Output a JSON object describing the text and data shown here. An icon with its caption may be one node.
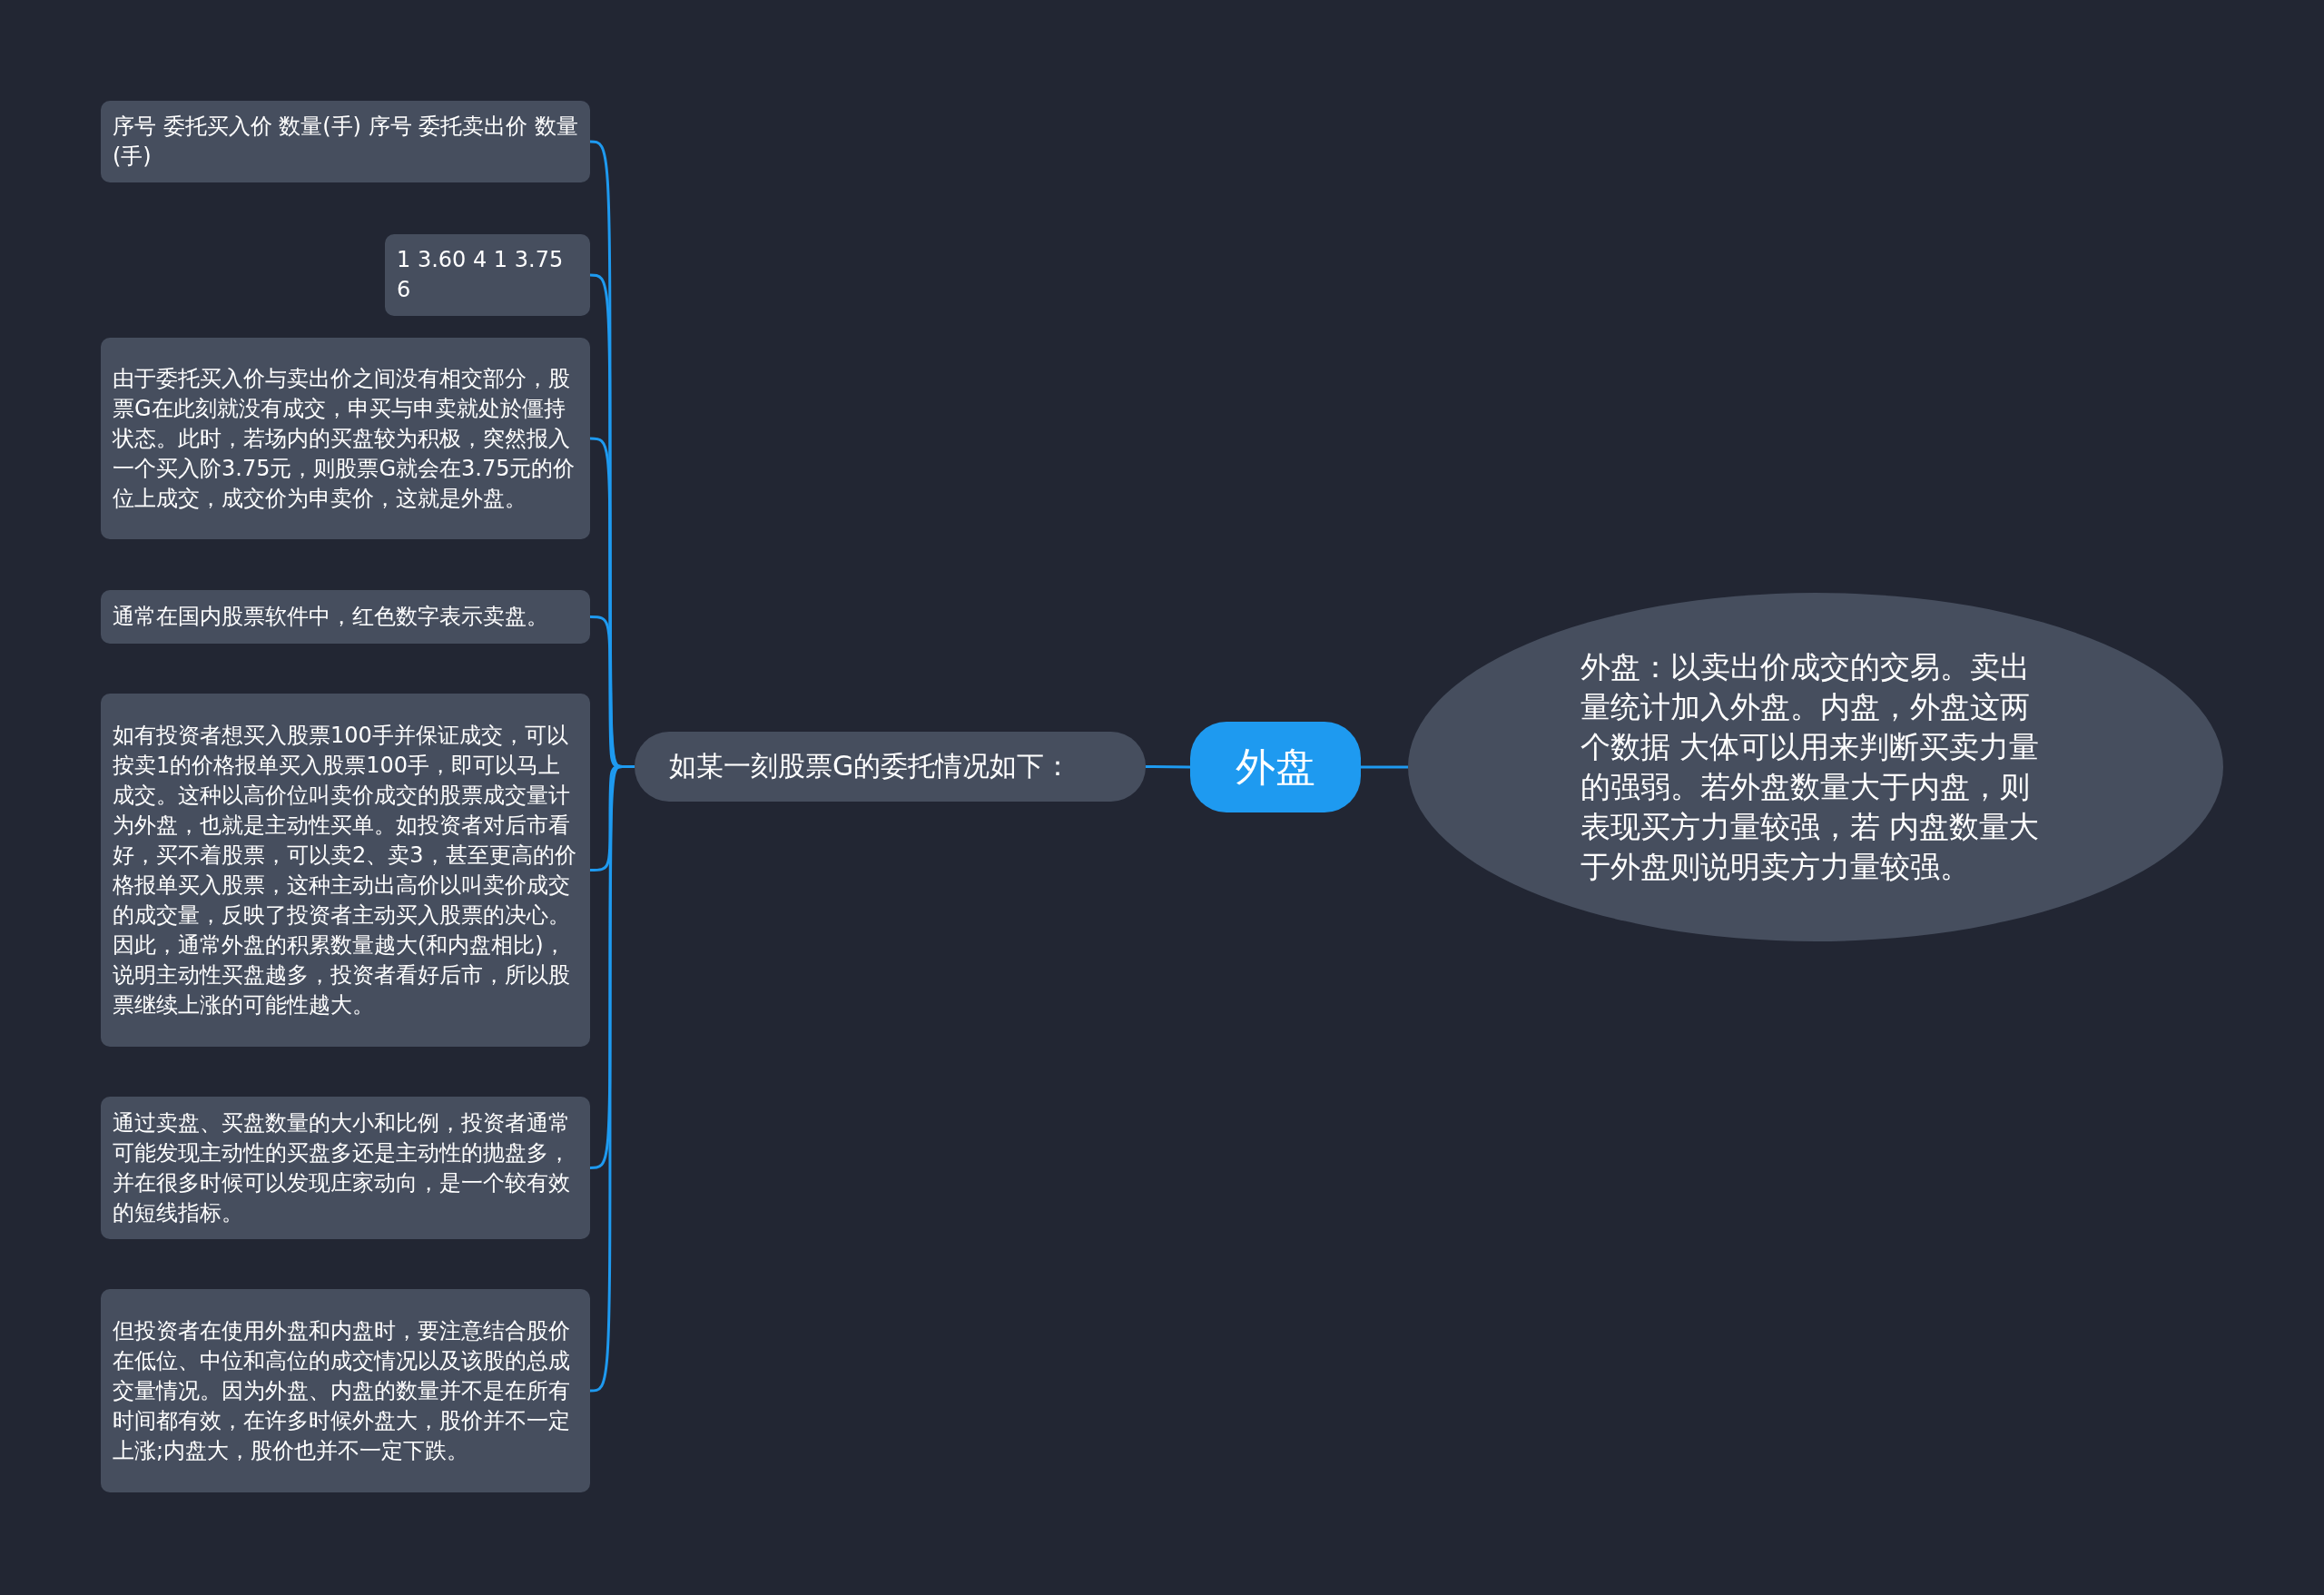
{
  "diagram": {
    "nodes": [
      {
        "text": [
          "外盘"
        ]
      },
      {
        "text": [
          "外盘：以卖出价成交的交易。卖出量统计加入外盘。内盘，外盘这两个数据 大体可以用来判断买卖力量的强弱。若外盘数量大于内盘，则表现买方力量较强，若 内盘数量大于外盘则说明卖方力量较强。"
        ]
      },
      {
        "text": [
          "如某一刻股票G的委托情况如下："
        ]
      },
      {
        "text": [
          "序号 委托买入价 数量(手) 序号 委托卖出价 数量(手)"
        ]
      },
      {
        "text": [
          "1 3.60 4 1 3.75 6"
        ]
      },
      {
        "text": [
          "由于委托买入价与卖出价之间没有相交部分，股票G在此刻就没有成交，申买与申卖就处於僵持状态。此时，若场内的买盘较为积极，突然报入一个买入阶3.75元，则股票G就会在3.75元的价位上成交，成交价为申卖价，这就是外盘。"
        ]
      },
      {
        "text": [
          "通常在国内股票软件中，红色数字表示卖盘。"
        ]
      },
      {
        "text": [
          "如有投资者想买入股票100手并保证成交，可以按卖1的价格报单买入股票100手，即可以马上成交。这种以高价位叫卖价成交的股票成交量计为外盘，也就是主动性买单。如投资者对后市看好，买不着股票，可以卖2、卖3，甚至更高的价格报单买入股票，这种主动出高价以叫卖价成交的成交量，反映了投资者主动买入股票的决心。因此，通常外盘的积累数量越大(和内盘相比)，说明主动性买盘越多，投资者看好后市，所以股票继续上涨的可能性越大。"
        ]
      },
      {
        "text": [
          "通过卖盘、买盘数量的大小和比例，投资者通常可能发现主动性的买盘多还是主动性的抛盘多，并在很多时候可以发现庄家动向，是一个较有效的短线指标。"
        ]
      },
      {
        "text": [
          "但投资者在使用外盘和内盘时，要注意结合股价在低位、中位和高位的成交情况以及该股的总成交量情况。因为外盘、内盘的数量并不是在所有时间都有效，在许多时候外盘大，股价并不一定上涨;内盘大，股价也并不一定下跌。"
        ]
      }
    ],
    "edges": [
      {
        "from": 0,
        "to": 1,
        "arrow": "none"
      },
      {
        "from": 0,
        "to": 2,
        "arrow": "none"
      },
      {
        "from": 2,
        "to": 3,
        "arrow": "none"
      },
      {
        "from": 2,
        "to": 4,
        "arrow": "none"
      },
      {
        "from": 2,
        "to": 5,
        "arrow": "none"
      },
      {
        "from": 2,
        "to": 6,
        "arrow": "none"
      },
      {
        "from": 2,
        "to": 7,
        "arrow": "none"
      },
      {
        "from": 2,
        "to": 8,
        "arrow": "none"
      },
      {
        "from": 2,
        "to": 9,
        "arrow": "none"
      }
    ]
  }
}
